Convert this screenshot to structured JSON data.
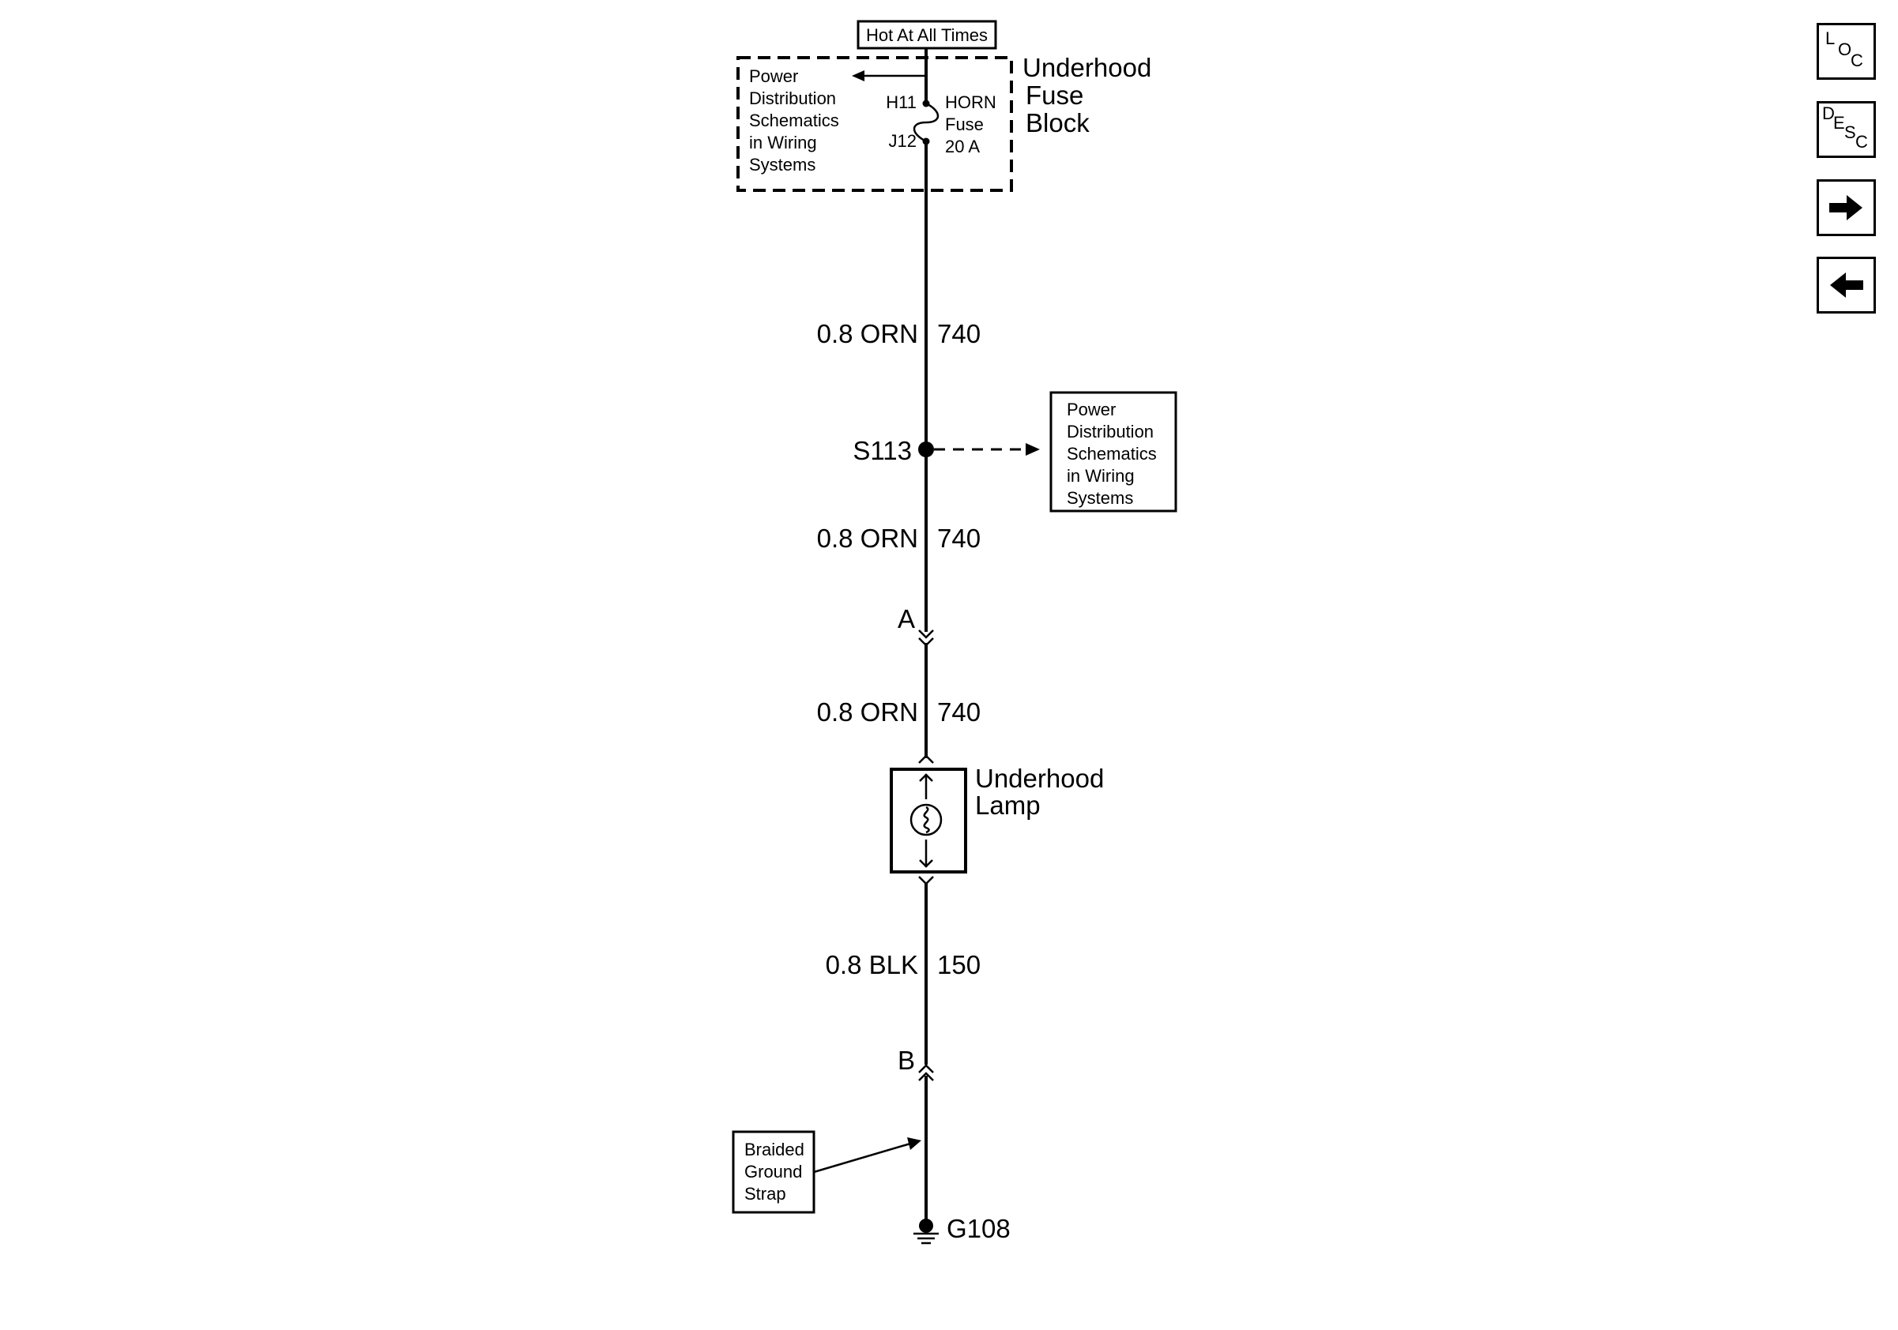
{
  "header": {
    "hot_label": "Hot At All Times"
  },
  "fuse_block": {
    "title_lines": [
      "Underhood",
      "Fuse",
      "Block"
    ],
    "ref_lines": [
      "Power",
      "Distribution",
      "Schematics",
      "in Wiring",
      "Systems"
    ],
    "terminal_in": "H11",
    "terminal_out": "J12",
    "fuse_lines": [
      "HORN",
      "Fuse",
      "20 A"
    ]
  },
  "wires": [
    {
      "gauge_color": "0.8 ORN",
      "circuit": "740"
    },
    {
      "gauge_color": "0.8 ORN",
      "circuit": "740"
    },
    {
      "gauge_color": "0.8 ORN",
      "circuit": "740"
    },
    {
      "gauge_color": "0.8 BLK",
      "circuit": "150"
    }
  ],
  "splice": {
    "label": "S113",
    "ref_lines": [
      "Power",
      "Distribution",
      "Schematics",
      "in Wiring",
      "Systems"
    ]
  },
  "connectors": {
    "a": "A",
    "b": "B"
  },
  "lamp": {
    "title_lines": [
      "Underhood",
      "Lamp"
    ]
  },
  "ground": {
    "label": "G108",
    "strap_lines": [
      "Braided",
      "Ground",
      "Strap"
    ]
  },
  "nav": {
    "loc": [
      "L",
      "O",
      "C"
    ],
    "desc": [
      "D",
      "E",
      "S",
      "C"
    ]
  }
}
